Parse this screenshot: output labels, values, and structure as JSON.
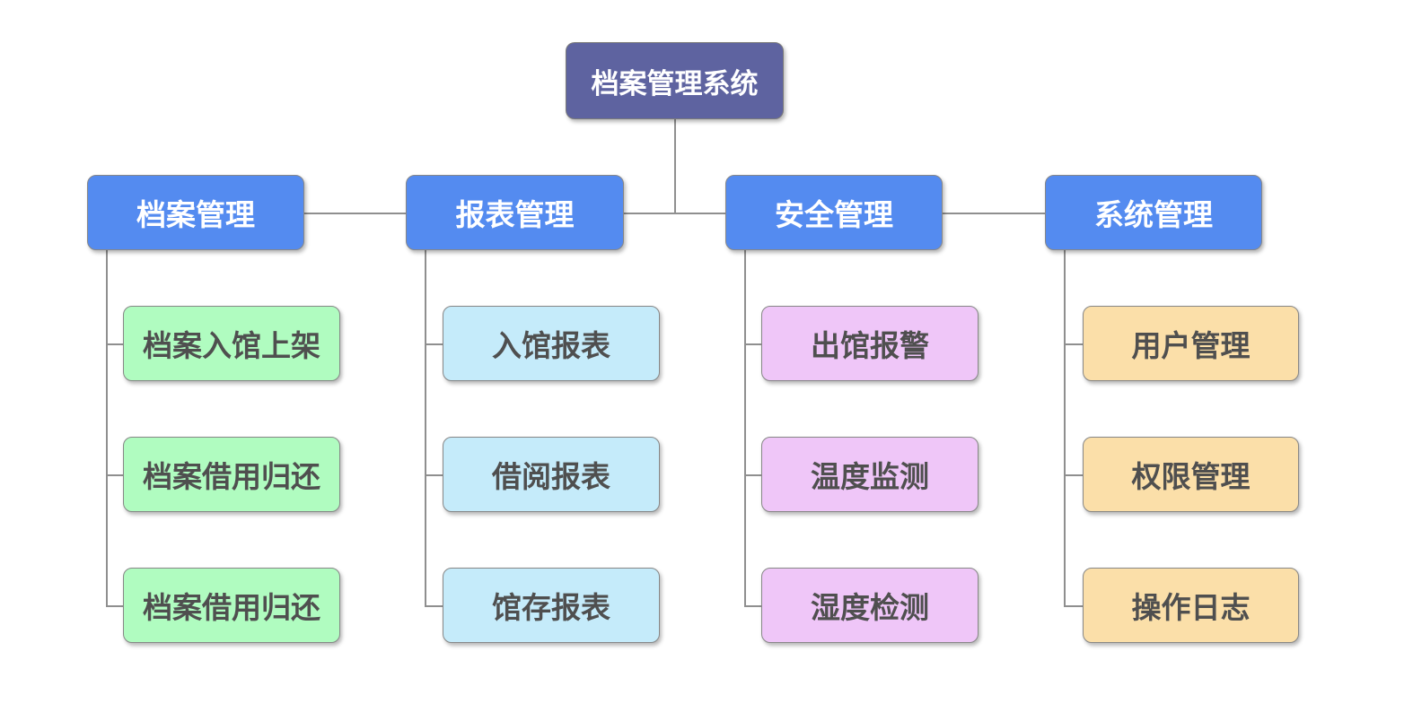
{
  "diagram": {
    "title": "档案管理系统",
    "colors": {
      "background": "#ffffff",
      "root_fill": "#5e63a0",
      "root_text": "#ffffff",
      "branch_fill": "#548bf0",
      "branch_text": "#ffffff",
      "child_text": "#4f4f4f",
      "node_border": "#878787",
      "connector": "#8f8f8f"
    },
    "root": {
      "label": "档案管理系统"
    },
    "branches": [
      {
        "label": "档案管理",
        "child_fill": "#b0fcc0",
        "children": [
          {
            "label": "档案入馆上架"
          },
          {
            "label": "档案借用归还"
          },
          {
            "label": "档案借用归还"
          }
        ]
      },
      {
        "label": "报表管理",
        "child_fill": "#c5ebfa",
        "children": [
          {
            "label": "入馆报表"
          },
          {
            "label": "借阅报表"
          },
          {
            "label": "馆存报表"
          }
        ]
      },
      {
        "label": "安全管理",
        "child_fill": "#efc6f8",
        "children": [
          {
            "label": "出馆报警"
          },
          {
            "label": "温度监测"
          },
          {
            "label": "湿度检测"
          }
        ]
      },
      {
        "label": "系统管理",
        "child_fill": "#fbdfa9",
        "children": [
          {
            "label": "用户管理"
          },
          {
            "label": "权限管理"
          },
          {
            "label": "操作日志"
          }
        ]
      }
    ]
  }
}
